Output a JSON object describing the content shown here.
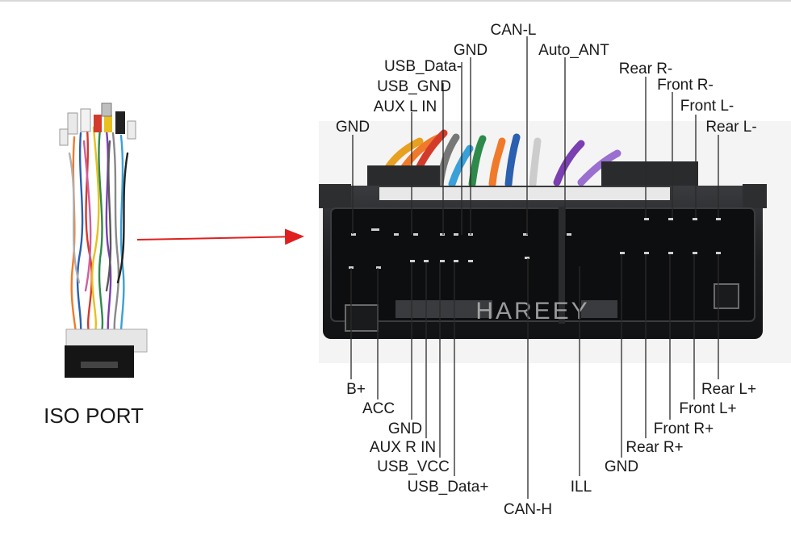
{
  "left_caption": "ISO PORT",
  "watermark": "HAREEY",
  "colors": {
    "arrow": "#e02020",
    "connector_body": "#1c1d1f",
    "leader_line": "#2a2a2a",
    "label_text": "#1a1a1a"
  },
  "top_labels": [
    "CAN-L",
    "GND",
    "Auto_ANT",
    "USB_Data-",
    "USB_GND",
    "Rear R-",
    "Front R-",
    "AUX L IN",
    "Front L-",
    "GND",
    "Rear L-"
  ],
  "bottom_labels": [
    "B+",
    "Rear L+",
    "ACC",
    "Front L+",
    "GND",
    "Front R+",
    "AUX R IN",
    "Rear R+",
    "USB_VCC",
    "GND",
    "USB_Data+",
    "ILL",
    "CAN-H"
  ]
}
